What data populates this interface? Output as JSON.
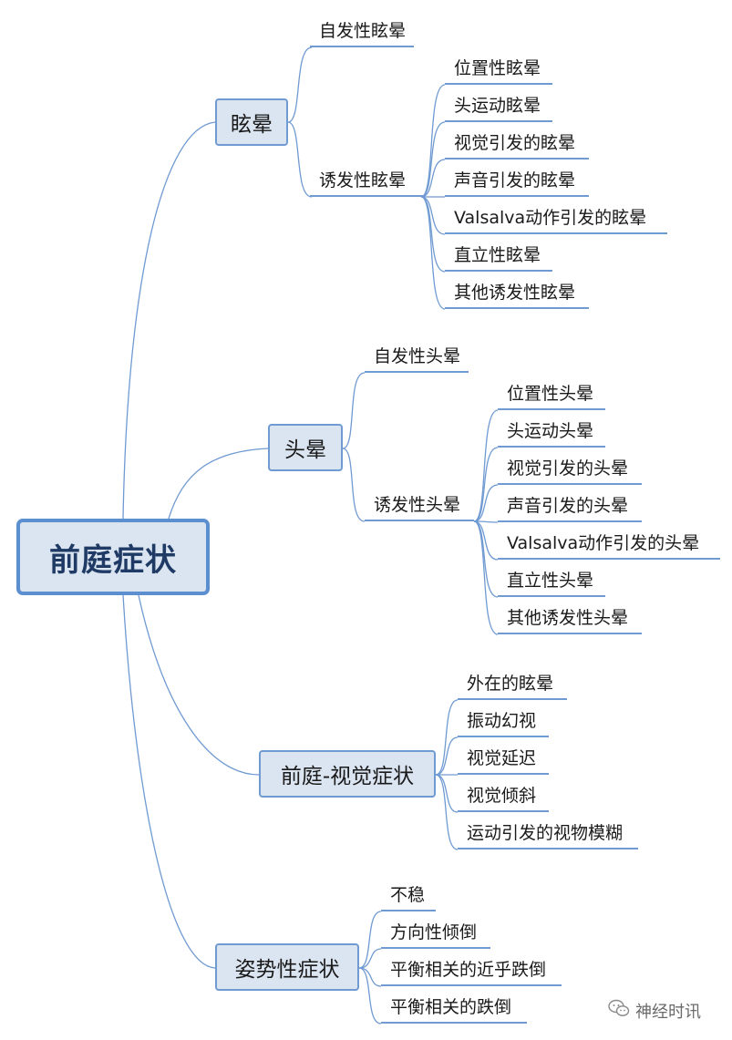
{
  "root": {
    "label": "前庭症状"
  },
  "branches": [
    {
      "label": "眩晕",
      "subs": [
        {
          "label": "自发性眩晕"
        },
        {
          "label": "诱发性眩晕",
          "items": [
            "位置性眩晕",
            "头运动眩晕",
            "视觉引发的眩晕",
            "声音引发的眩晕",
            "Valsalva动作引发的眩晕",
            "直立性眩晕",
            "其他诱发性眩晕"
          ]
        }
      ]
    },
    {
      "label": "头晕",
      "subs": [
        {
          "label": "自发性头晕"
        },
        {
          "label": "诱发性头晕",
          "items": [
            "位置性头晕",
            "头运动头晕",
            "视觉引发的头晕",
            "声音引发的头晕",
            "Valsalva动作引发的头晕",
            "直立性头晕",
            "其他诱发性头晕"
          ]
        }
      ]
    },
    {
      "label": "前庭-视觉症状",
      "items": [
        "外在的眩晕",
        "振动幻视",
        "视觉延迟",
        "视觉倾斜",
        "运动引发的视物模糊"
      ]
    },
    {
      "label": "姿势性症状",
      "items": [
        "不稳",
        "方向性倾倒",
        "平衡相关的近乎跌倒",
        "平衡相关的跌倒"
      ]
    }
  ],
  "watermark": {
    "text": "神经时讯",
    "icon": "wechat-icon"
  },
  "colors": {
    "line": "#6f9ad2",
    "box_fill": "#dbe5f1",
    "root_border": "#5b8fd0",
    "root_text": "#1f3a64"
  }
}
